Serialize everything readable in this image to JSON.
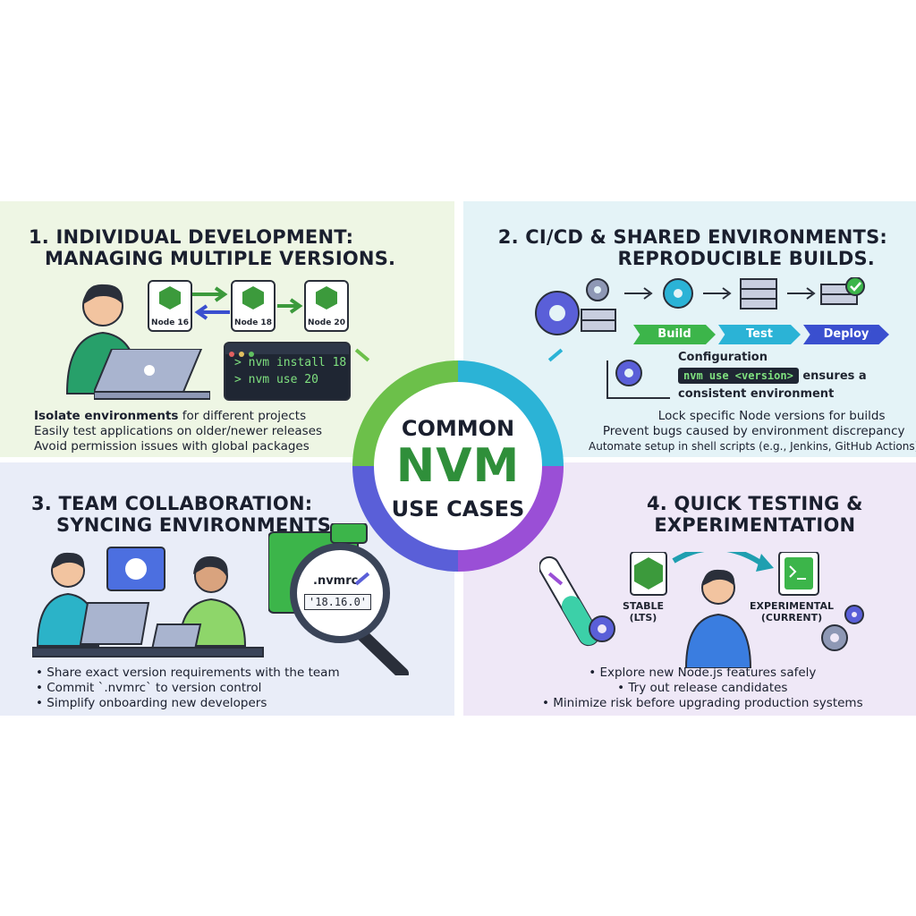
{
  "center": {
    "line1": "COMMON",
    "line2": "NVM",
    "line3": "USE CASES"
  },
  "q1": {
    "title": [
      "1. INDIVIDUAL DEVELOPMENT:",
      "MANAGING MULTIPLE VERSIONS."
    ],
    "nodes": [
      "Node 16",
      "Node 18",
      "Node 20"
    ],
    "terminal": [
      "> nvm install 18",
      "> nvm use 20"
    ],
    "bullet_bold": "Isolate environments",
    "bullet_rest": " for different projects",
    "bullets": [
      "Easily test applications on older/newer releases",
      "Avoid permission issues with global packages"
    ]
  },
  "q2": {
    "title": [
      "2. CI/CD & SHARED ENVIRONMENTS:",
      "REPRODUCIBLE BUILDS."
    ],
    "pipeline": [
      "Build",
      "Test",
      "Deploy"
    ],
    "config_label": "Configuration",
    "config_cmd": "nvm use <version>",
    "config_rest": "ensures a",
    "config_line2": "consistent environment",
    "bullets": [
      "Lock specific Node versions for builds",
      "Prevent bugs caused by environment discrepancy",
      "Automate setup in shell scripts (e.g., Jenkins, GitHub Actions)"
    ]
  },
  "q3": {
    "title": [
      "3. TEAM COLLABORATION:",
      "SYNCING ENVIRONMENTS"
    ],
    "file_name": ".nvmrc",
    "file_value": "'18.16.0'",
    "bullets": [
      "• Share exact version requirements with the team",
      "• Commit `.nvmrc` to version control",
      "• Simplify onboarding new developers"
    ]
  },
  "q4": {
    "title": [
      "4. QUICK TESTING &",
      "EXPERIMENTATION"
    ],
    "stable": [
      "STABLE",
      "(LTS)"
    ],
    "experimental": [
      "EXPERIMENTAL",
      "(CURRENT)"
    ],
    "bullets": [
      "• Explore new Node.js features safely",
      "• Try out release candidates",
      "• Minimize risk before upgrading production systems"
    ]
  },
  "colors": {
    "green": "#6cc04a",
    "cyan": "#2bb3d6",
    "blue": "#5a5fd8",
    "purple": "#9a4fd6"
  }
}
